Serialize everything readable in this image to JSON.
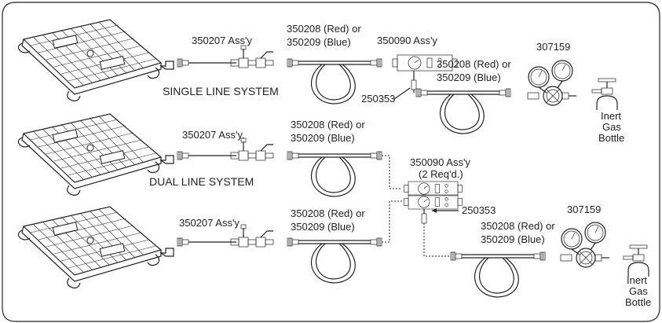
{
  "labels": {
    "single_system": "SINGLE LINE SYSTEM",
    "dual_system": "DUAL LINE SYSTEM",
    "assy_350207": "350207 Ass'y",
    "assy_350207_dual_top": "350207 Ass'y.",
    "hose_line1": "350208 (Red) or",
    "hose_line2": "350209 (Blue)",
    "assy_350090": "350090 Ass'y",
    "assy_350090_req": "(2 Req'd.)",
    "part_250353": "250353",
    "regulator": "307159",
    "bottle_line1": "Inert",
    "bottle_line2": "Gas",
    "bottle_line3": "Bottle"
  },
  "colors": {
    "line": "#222222",
    "background": "#ffffff"
  }
}
